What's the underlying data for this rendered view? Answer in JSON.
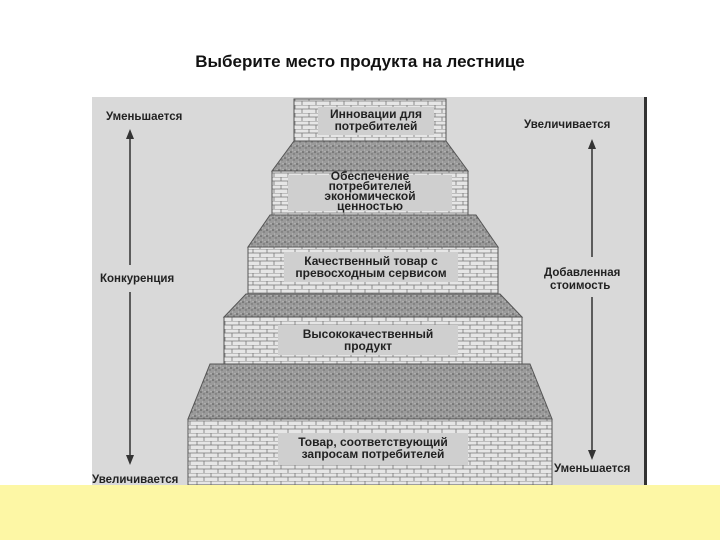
{
  "title": "Выберите место продукта на лестнице",
  "left_axis": {
    "top": "Уменьшается",
    "middle": "Конкуренция",
    "bottom": "Увеличивается"
  },
  "right_axis": {
    "top": "Увеличивается",
    "middle_line1": "Добавленная",
    "middle_line2": "стоимость",
    "bottom": "Уменьшается"
  },
  "steps": [
    {
      "line1": "Инновации для",
      "line2": "потребителей"
    },
    {
      "line1": "Обеспечение",
      "line2": "потребителей",
      "line3": "экономической",
      "line4": "ценностью"
    },
    {
      "line1": "Качественный товар с",
      "line2": "превосходным сервисом"
    },
    {
      "line1": "Высококачественный",
      "line2": "продукт"
    },
    {
      "line1": "Товар, соответствующий",
      "line2": "запросам потребителей"
    }
  ],
  "colors": {
    "footer": "#fdf7a5",
    "scan_bg": "#d9d9d9",
    "stone": "#8c8c8c",
    "brick": "#e6e6e6"
  }
}
